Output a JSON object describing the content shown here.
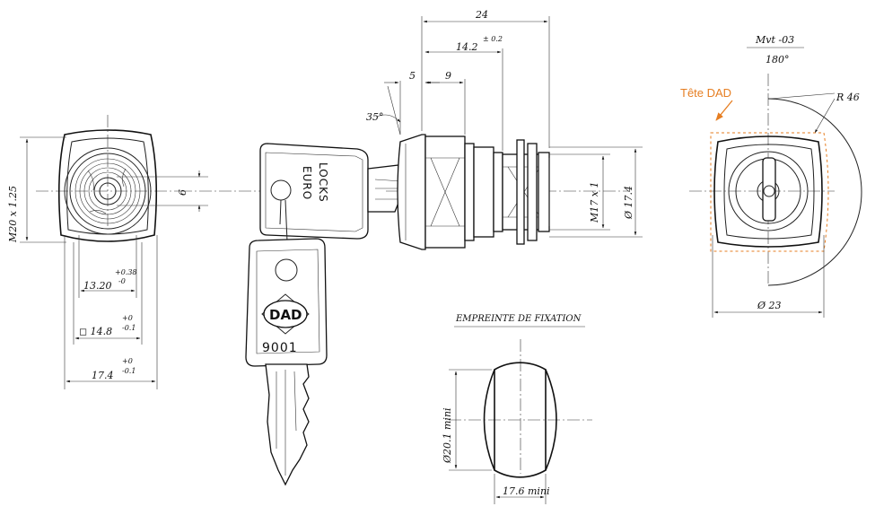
{
  "left_view": {
    "thread_label": "M20 x 1.25",
    "slot_dim": "6",
    "dim_1320": "13.20",
    "dim_1320_tol_upper": "+0.38",
    "dim_1320_tol_lower": "-0",
    "dim_148": "14.8",
    "dim_148_tol_upper": "+0",
    "dim_148_tol_lower": "-0.1",
    "dim_174": "17.4",
    "dim_174_tol_upper": "+0",
    "dim_174_tol_lower": "-0.1"
  },
  "key": {
    "head_text_line1": "EURO",
    "head_text_line2": "LOCKS",
    "brand": "DAD",
    "number": "9001"
  },
  "side_view": {
    "dim_24": "24",
    "dim_142": "14.2",
    "dim_142_tol": "± 0.2",
    "dim_5": "5",
    "dim_9": "9",
    "angle_35": "35°",
    "thread_m17": "M17 x 1",
    "dia_174": "Ø 17.4"
  },
  "cutout": {
    "title": "EMPREINTE DE FIXATION",
    "dia_201": "Ø20.1 mini",
    "width_176": "17.6 mini"
  },
  "right_view": {
    "mvt": "Mvt -03",
    "angle_180": "180°",
    "radius": "R 46",
    "dia_23": "Ø 23",
    "head_label": "Tête DAD",
    "accent_color": "#e67e22"
  }
}
